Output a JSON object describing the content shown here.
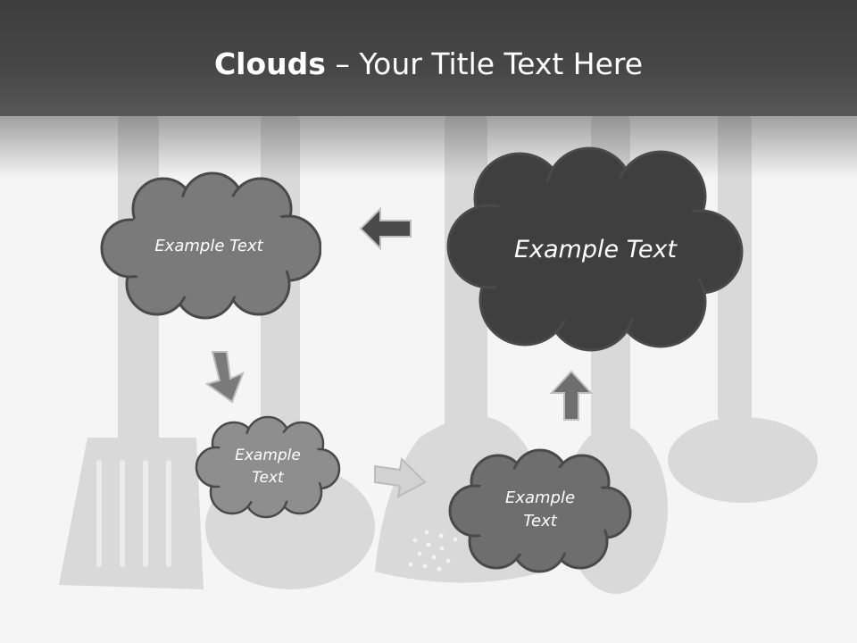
{
  "slide": {
    "title_bold": "Clouds",
    "title_rest": "– Your Title Text Here"
  },
  "clouds": [
    {
      "text": "Example Text",
      "fill": "#7a7a7a"
    },
    {
      "text": "Example Text",
      "fill": "#3f3f3f"
    },
    {
      "text": "Example\nText",
      "fill": "#8e8e8e"
    },
    {
      "text": "Example\nText",
      "fill": "#6e6e6e"
    }
  ],
  "colors": {
    "header": "#444444",
    "cloud_stroke": "#4a4a4a",
    "background": "#f5f5f5"
  },
  "arrows": [
    {
      "direction": "left",
      "color": "#4a4a4a"
    },
    {
      "direction": "down-right",
      "color": "#7a7a7a"
    },
    {
      "direction": "right",
      "color": "#d2d2d2"
    },
    {
      "direction": "up",
      "color": "#6e6e6e"
    }
  ]
}
